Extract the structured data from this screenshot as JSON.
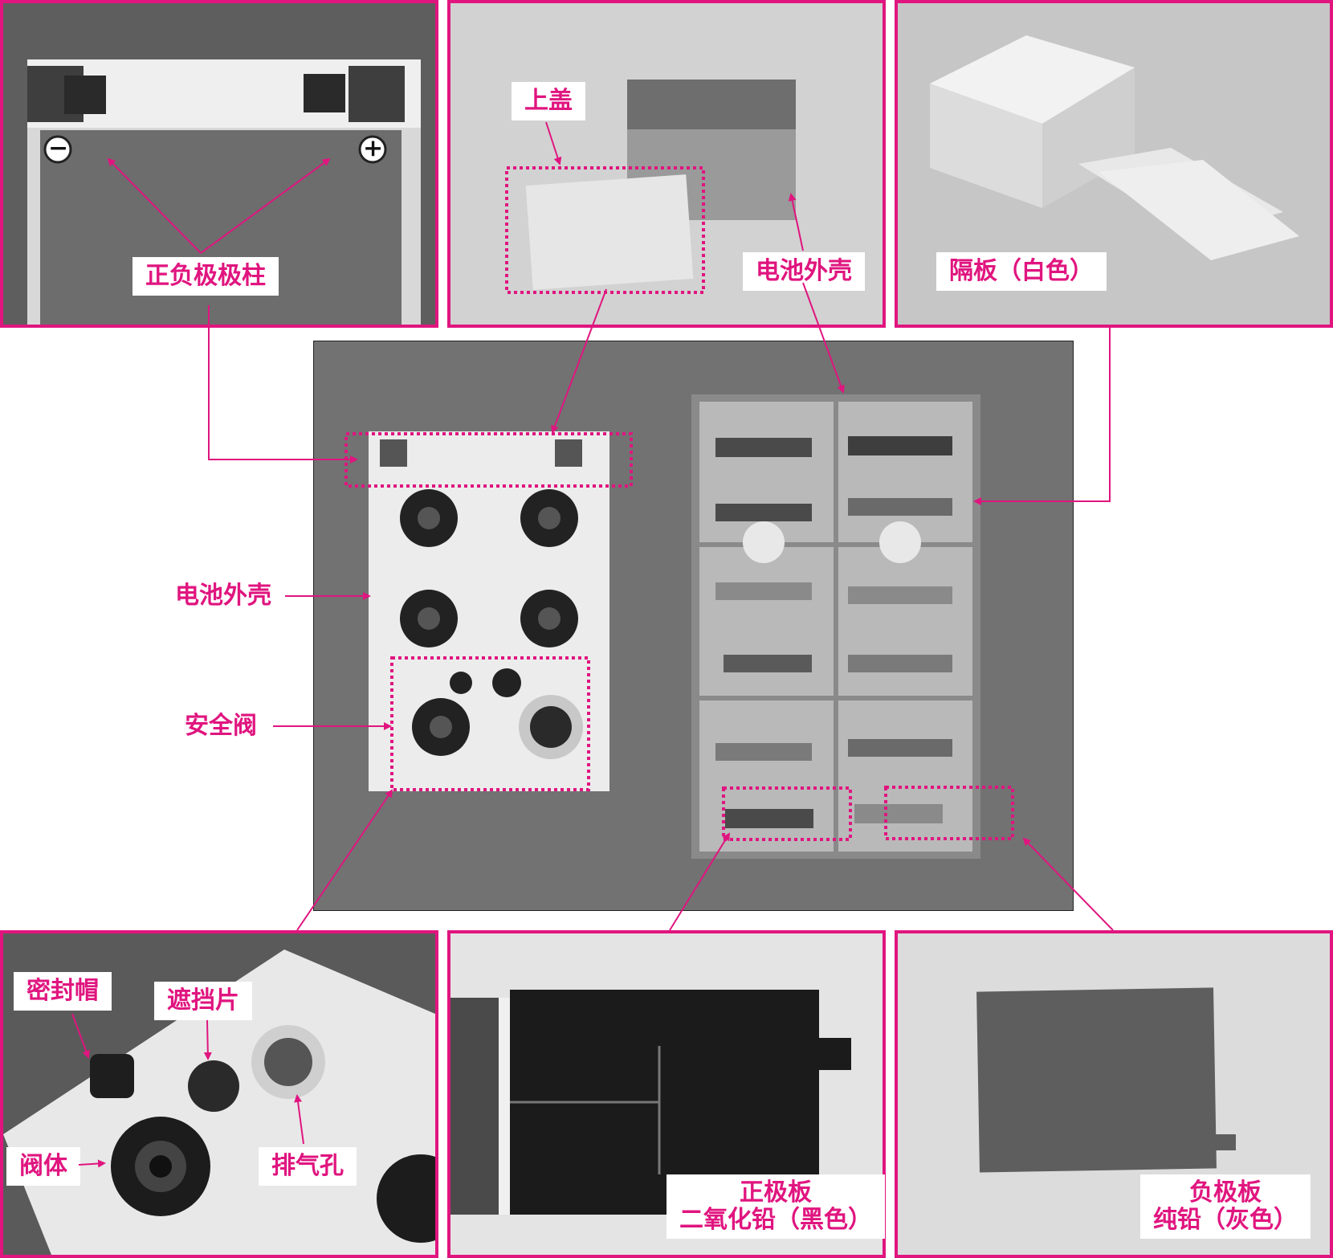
{
  "colors": {
    "accent": "#e0157f"
  },
  "labels": {
    "terminals": "正负极极柱",
    "top_cover": "上盖",
    "case_top": "电池外壳",
    "separator": "隔板（白色）",
    "case_left": "电池外壳",
    "safety_valve": "安全阀",
    "seal_cap": "密封帽",
    "shield": "遮挡片",
    "valve_body": "阀体",
    "vent": "排气孔",
    "positive_plate": {
      "line1": "正极板",
      "line2": "二氧化铅（黑色）"
    },
    "negative_plate": {
      "line1": "负极板",
      "line2": "纯铅（灰色）"
    }
  },
  "symbols": {
    "minus": "−",
    "plus": "+"
  }
}
